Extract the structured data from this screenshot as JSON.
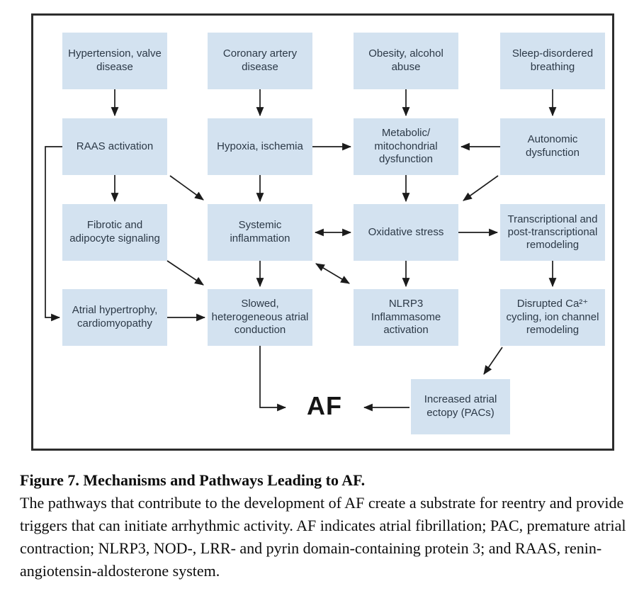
{
  "diagram": {
    "nodes": {
      "hypertension": "Hypertension, valve disease",
      "coronary": "Coronary artery disease",
      "obesity": "Obesity, alcohol abuse",
      "sleep": "Sleep-disordered breathing",
      "raas": "RAAS activation",
      "hypoxia": "Hypoxia, ischemia",
      "metabolic": "Metabolic/ mitochondrial dysfunction",
      "autonomic": "Autonomic dysfunction",
      "fibrotic": "Fibrotic and adipocyte signaling",
      "systemic": "Systemic inflammation",
      "oxidative": "Oxidative stress",
      "transcriptional": "Transcriptional and post-transcriptional remodeling",
      "atrial_hypertrophy": "Atrial hypertrophy, cardiomyopathy",
      "slowed": "Slowed, heterogeneous atrial conduction",
      "nlrp3": "NLRP3 Inflammasome activation",
      "disrupted": "Disrupted Ca²⁺ cycling, ion channel remodeling",
      "ectopy": "Increased atrial ectopy (PACs)"
    },
    "af_label": "AF",
    "edges": [
      "hypertension -> raas",
      "coronary -> hypoxia",
      "obesity -> metabolic",
      "sleep -> autonomic",
      "raas -> fibrotic",
      "raas -> systemic",
      "raas -> atrial_hypertrophy",
      "hypoxia -> metabolic",
      "hypoxia -> systemic",
      "autonomic -> metabolic",
      "autonomic -> oxidative",
      "metabolic -> oxidative",
      "fibrotic -> slowed",
      "systemic <-> oxidative",
      "systemic <-> nlrp3",
      "systemic -> slowed",
      "oxidative -> nlrp3",
      "oxidative -> transcriptional",
      "transcriptional -> disrupted",
      "atrial_hypertrophy -> slowed",
      "disrupted -> ectopy",
      "slowed -> AF",
      "ectopy -> AF"
    ],
    "colors": {
      "node_fill": "#d3e2f0",
      "node_text": "#2c3947",
      "arrow": "#1b1b1b",
      "frame_border": "#2d2d2d"
    }
  },
  "caption": {
    "title": "Figure 7. Mechanisms and Pathways Leading to AF.",
    "body": "The pathways that contribute to the development of AF create a substrate for reentry and provide triggers that can initiate arrhythmic activity. AF indicates atrial fibrillation; PAC, premature atrial contraction; NLRP3, NOD-, LRR- and pyrin domain-containing protein 3; and RAAS, renin-angiotensin-aldosterone system."
  }
}
